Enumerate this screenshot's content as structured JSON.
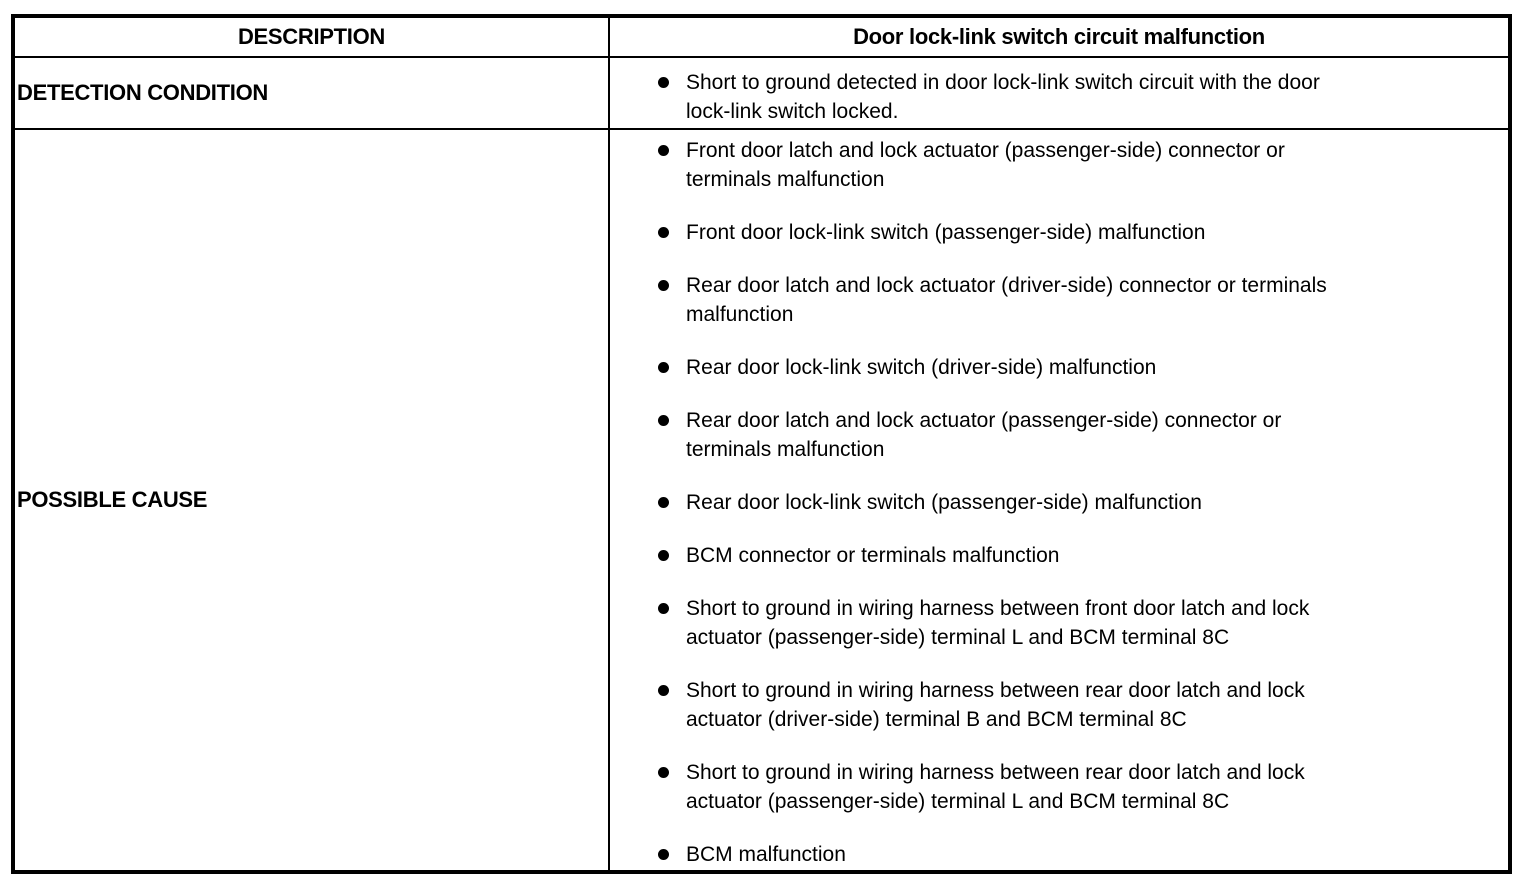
{
  "colors": {
    "background": "#ffffff",
    "border": "#000000",
    "text": "#000000"
  },
  "icons": {
    "bullet": "●"
  },
  "table": {
    "header": {
      "description_label": "DESCRIPTION",
      "dtc_title": "Door lock-link switch circuit malfunction"
    },
    "detection_condition": {
      "label": "DETECTION CONDITION",
      "bullets": [
        "Short to ground detected in door lock-link switch circuit with the door\nlock-link switch locked."
      ]
    },
    "possible_cause": {
      "label": "POSSIBLE CAUSE",
      "bullets": [
        "Front door latch and lock actuator (passenger-side) connector or\nterminals malfunction",
        "Front door lock-link switch (passenger-side) malfunction",
        "Rear door latch and lock actuator (driver-side) connector or terminals\nmalfunction",
        "Rear door lock-link switch (driver-side) malfunction",
        "Rear door latch and lock actuator (passenger-side) connector or\nterminals malfunction",
        "Rear door lock-link switch (passenger-side) malfunction",
        "BCM connector or terminals malfunction",
        "Short to ground in wiring harness between front door latch and lock\nactuator (passenger-side) terminal L and BCM terminal 8C",
        "Short to ground in wiring harness between rear door latch and lock\nactuator (driver-side) terminal B and BCM terminal 8C",
        "Short to ground in wiring harness between rear door latch and lock\nactuator (passenger-side) terminal L and BCM terminal 8C",
        "BCM malfunction"
      ]
    }
  }
}
